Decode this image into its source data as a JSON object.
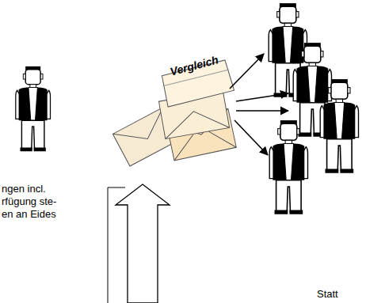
{
  "diagram": {
    "labels": [
      "Vergleich",
      "ngen  incl.",
      "rfügung ste-",
      "en an Eides",
      "Statt"
    ]
  }
}
